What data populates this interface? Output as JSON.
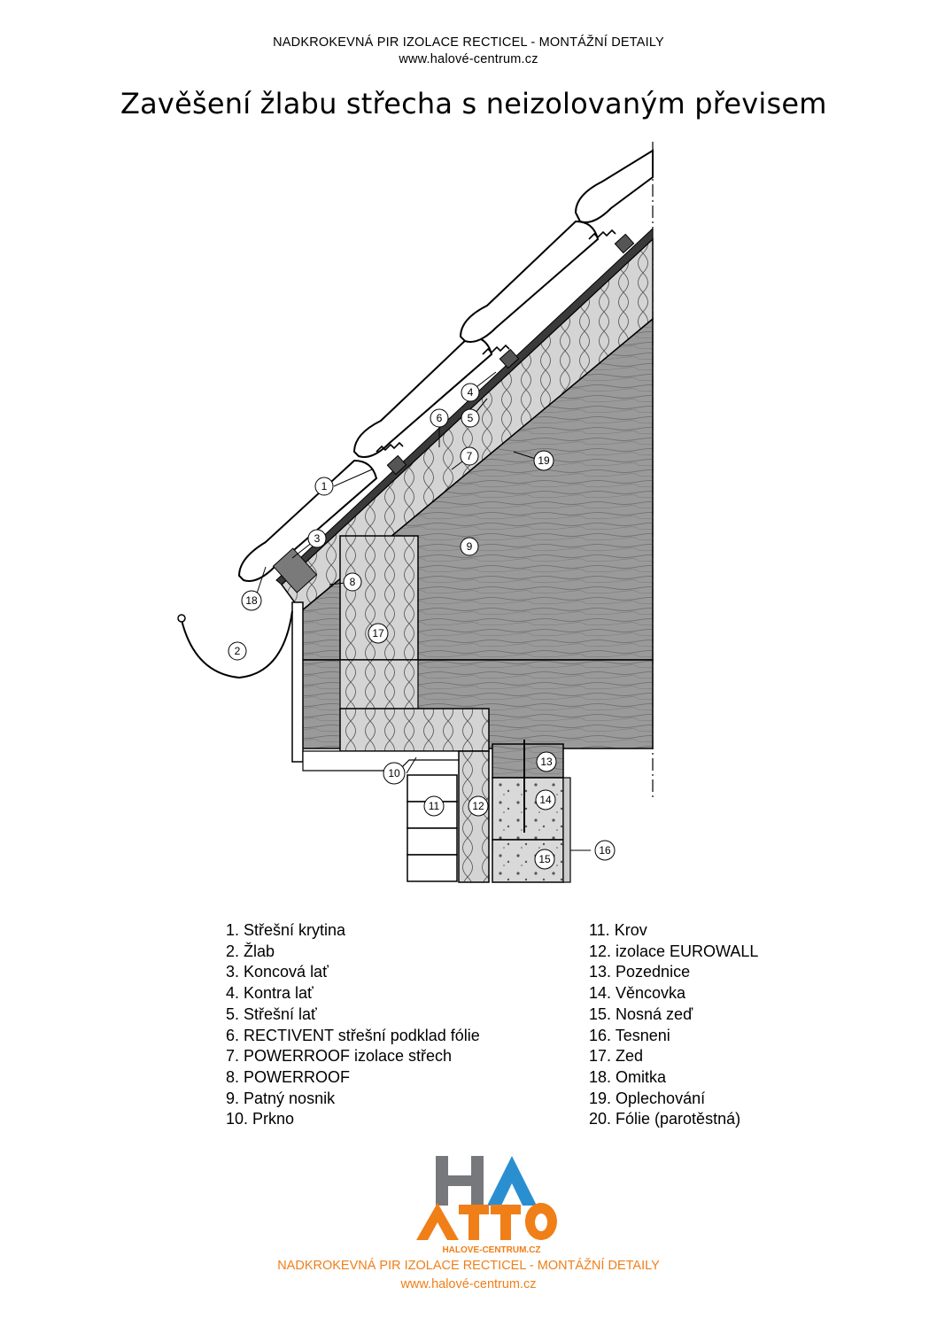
{
  "header": {
    "title": "NADKROKEVNÁ PIR IZOLACE RECTICEL - MONTÁŽNÍ DETAILY",
    "url": "www.halové-centrum.cz"
  },
  "page_title": "Zavěšení žlabu střecha s neizolovaným převisem",
  "drawing": {
    "callouts": [
      "1",
      "2",
      "3",
      "4",
      "5",
      "6",
      "7",
      "8",
      "9",
      "10",
      "11",
      "12",
      "13",
      "14",
      "15",
      "16",
      "17",
      "18",
      "19"
    ]
  },
  "legend": {
    "left": [
      "1. Střešní krytina",
      "2. Žlab",
      "3. Koncová lať",
      "4. Kontra lať",
      "5. Střešní lať",
      "6. RECTIVENT střešní podklad fólie",
      "7. POWERROOF izolace střech",
      "8. POWERROOF",
      "9. Patný nosnik",
      "10. Prkno"
    ],
    "right": [
      "11. Krov",
      "12. izolace EUROWALL",
      "13. Pozednice",
      "14. Věncovka",
      "15. Nosná zeď",
      "16. Tesneni",
      "17. Zed",
      "18. Omitka",
      "19. Oplechování",
      "20. Fólie (parotěstná)"
    ]
  },
  "logo": {
    "letters_top": "HA",
    "letters_bottom": "ATTO",
    "caption": "HALOVE-CENTRUM.CZ",
    "colors": {
      "gray": "#77787b",
      "blue": "#2a8fd0",
      "orange": "#f07f18"
    }
  },
  "footer": {
    "title": "NADKROKEVNÁ PIR IZOLACE RECTICEL - MONTÁŽNÍ DETAILY",
    "url": "www.halové-centrum.cz"
  }
}
